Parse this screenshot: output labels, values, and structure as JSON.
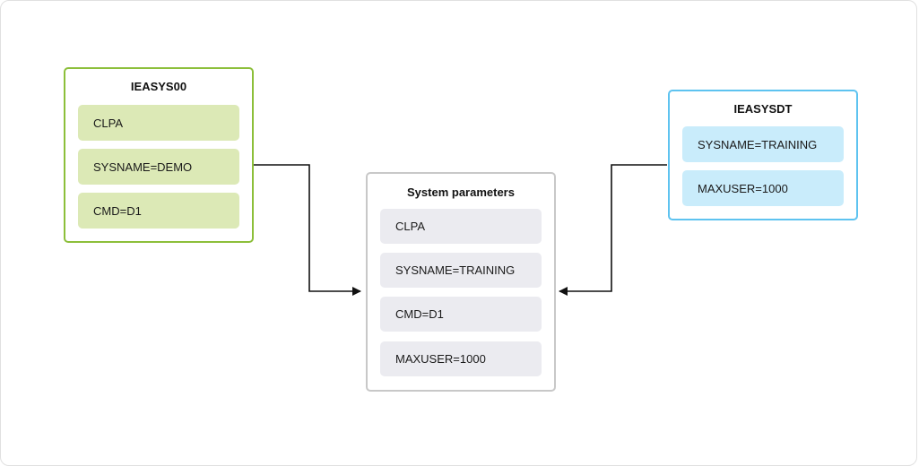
{
  "left_panel": {
    "title": "IEASYS00",
    "items": [
      "CLPA",
      "SYSNAME=DEMO",
      "CMD=D1"
    ]
  },
  "center_panel": {
    "title": "System parameters",
    "items": [
      "CLPA",
      "SYSNAME=TRAINING",
      "CMD=D1",
      "MAXUSER=1000"
    ]
  },
  "right_panel": {
    "title": "IEASYSDT",
    "items": [
      "SYSNAME=TRAINING",
      "MAXUSER=1000"
    ]
  },
  "colors": {
    "left_border": "#8cbf3a",
    "left_item": "#dce9b6",
    "center_border": "#c8c8c8",
    "center_item": "#ebebf0",
    "right_border": "#5ec3f0",
    "right_item": "#c9ecfb",
    "connector": "#111111"
  }
}
